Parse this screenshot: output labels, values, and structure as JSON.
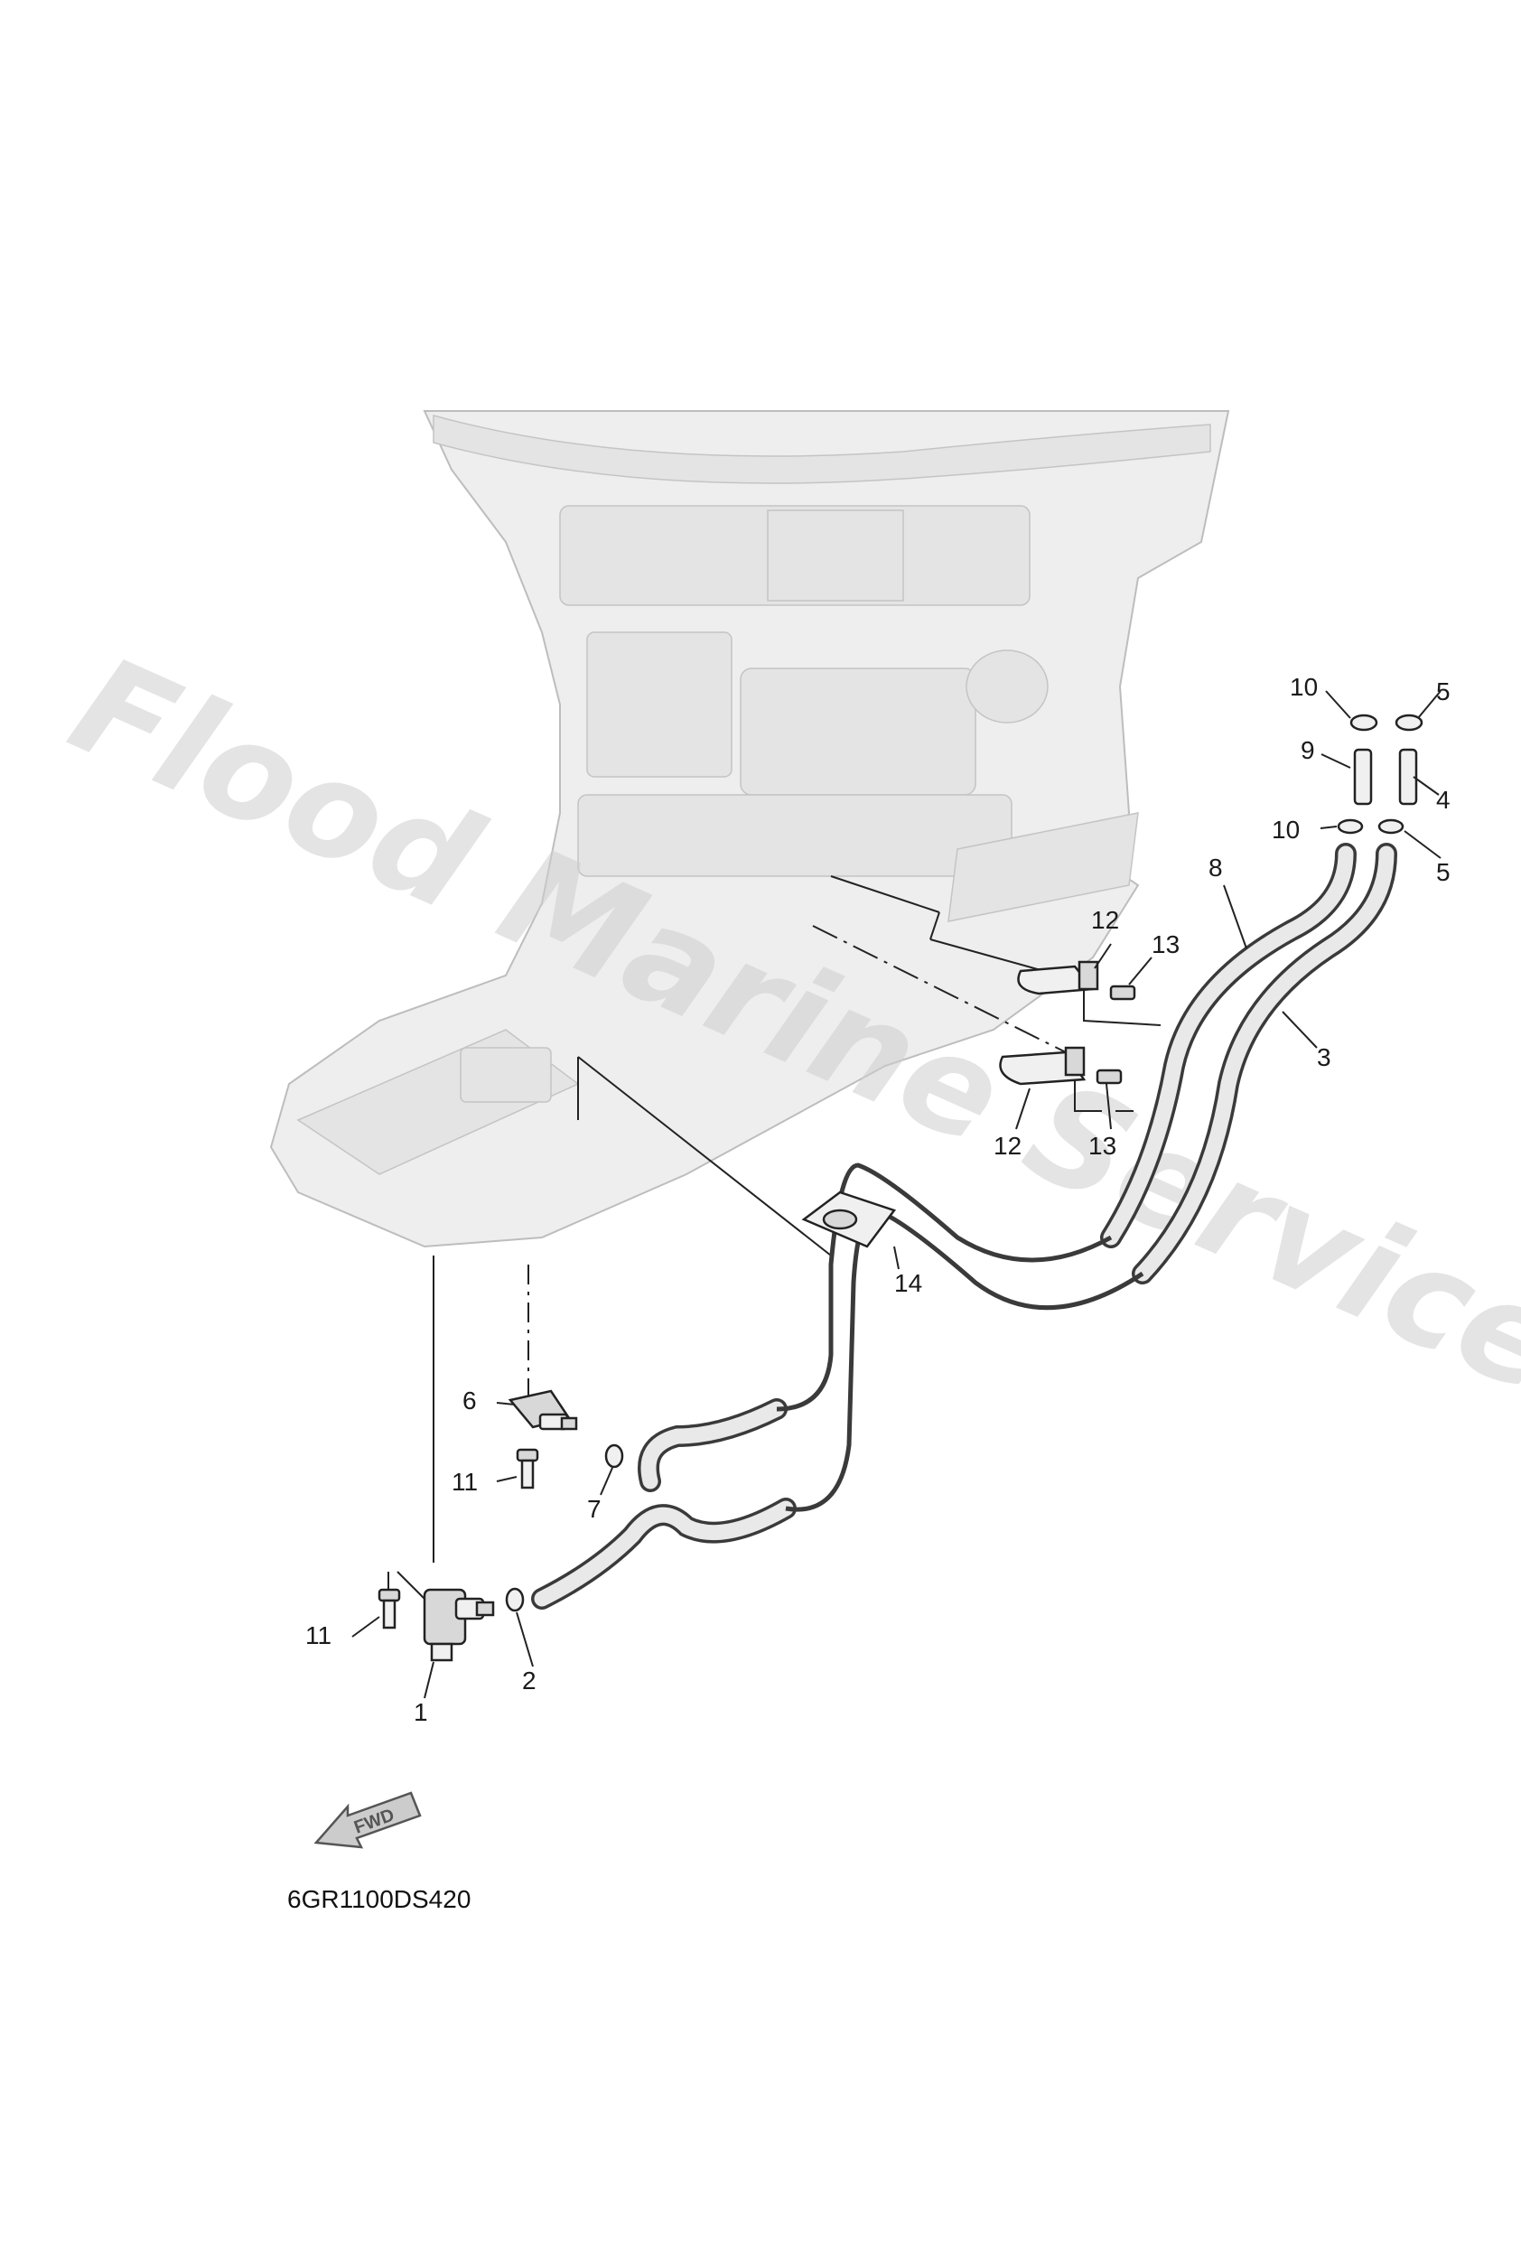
{
  "diagram": {
    "drawing_code": "6GR1100DS420",
    "watermark": "Flood Marine Services",
    "fwd_label": "FWD",
    "callouts": [
      {
        "id": "c1",
        "label": "1"
      },
      {
        "id": "c2",
        "label": "2"
      },
      {
        "id": "c3",
        "label": "3"
      },
      {
        "id": "c4",
        "label": "4"
      },
      {
        "id": "c5a",
        "label": "5"
      },
      {
        "id": "c5b",
        "label": "5"
      },
      {
        "id": "c6",
        "label": "6"
      },
      {
        "id": "c7",
        "label": "7"
      },
      {
        "id": "c8",
        "label": "8"
      },
      {
        "id": "c9",
        "label": "9"
      },
      {
        "id": "c10a",
        "label": "10"
      },
      {
        "id": "c10b",
        "label": "10"
      },
      {
        "id": "c11a",
        "label": "11"
      },
      {
        "id": "c11b",
        "label": "11"
      },
      {
        "id": "c12a",
        "label": "12"
      },
      {
        "id": "c12b",
        "label": "12"
      },
      {
        "id": "c13a",
        "label": "13"
      },
      {
        "id": "c13b",
        "label": "13"
      },
      {
        "id": "c14",
        "label": "14"
      }
    ]
  }
}
